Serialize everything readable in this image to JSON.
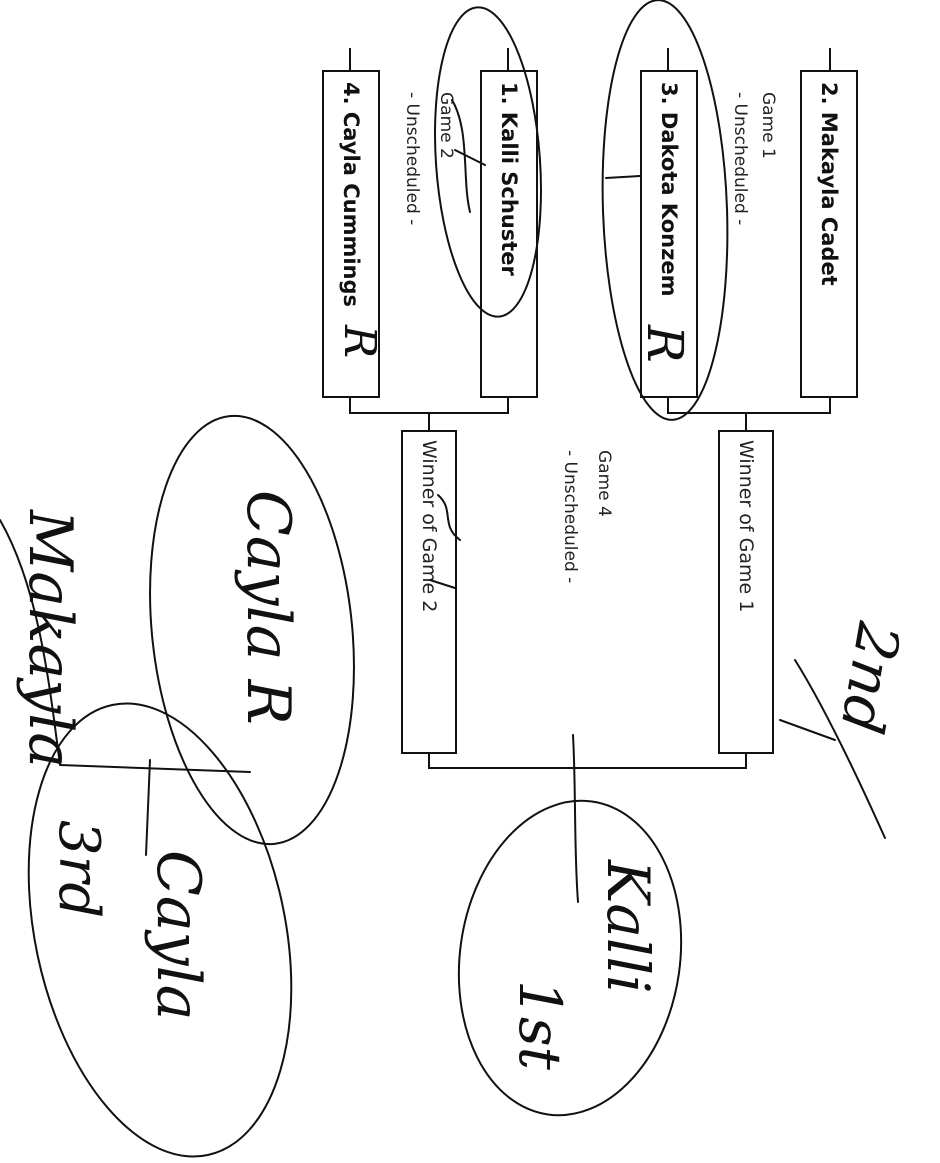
{
  "bracket": {
    "players": [
      {
        "seed_name": "2. Makayla Cadet"
      },
      {
        "seed_name": "3. Dakota Konzem"
      },
      {
        "seed_name": "1. Kalli Schuster"
      },
      {
        "seed_name": "4. Cayla Cummings"
      }
    ],
    "games": {
      "game1": {
        "title": "Game 1",
        "status": "- Unscheduled -"
      },
      "game2": {
        "title": "Game 2",
        "status": "- Unscheduled -"
      },
      "game4": {
        "title": "Game 4",
        "status": "- Unscheduled -"
      }
    },
    "winner_slots": {
      "g1": "Winner of Game 1",
      "g2": "Winner of Game 2"
    }
  },
  "handwriting": {
    "note_r_cayla": "R",
    "note_r_dakota": "R",
    "second_place_name": "Cayla R",
    "second_place_rank": "2nd",
    "third_place_name": "Makayla",
    "third_place_rank": "3rd",
    "first_place_name": "Kalli",
    "first_place_rank": "1st",
    "cayla_handwritten": "Cayla"
  }
}
